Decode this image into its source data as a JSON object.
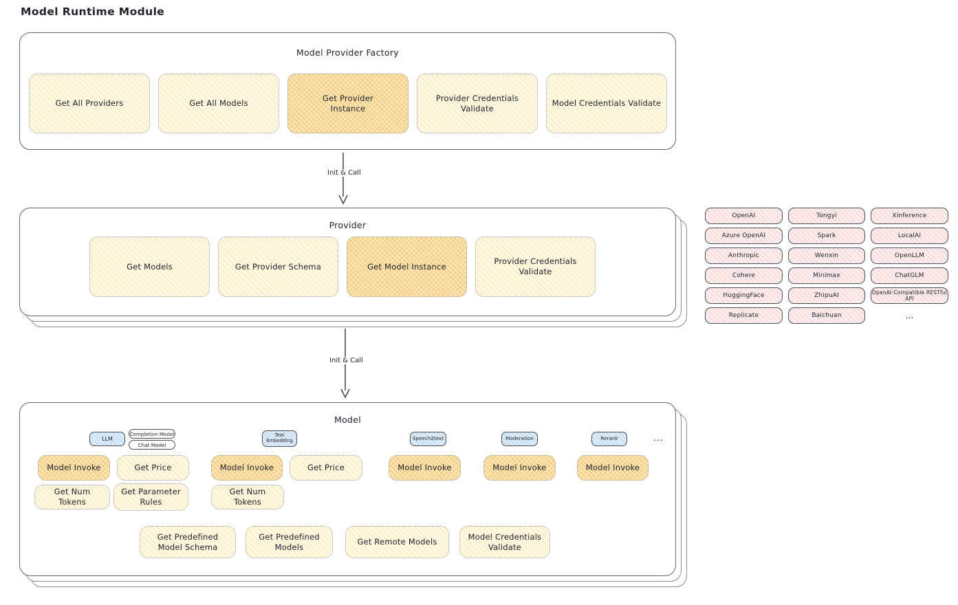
{
  "page_title": "Model Runtime Module",
  "colors": {
    "background": "#FFFFFF",
    "text": "#20242A",
    "frame_stroke": "#5F6670",
    "stroke": "#4A5058",
    "arrow": "#3C4248",
    "yellow_fill": "#FDF7E2",
    "highlight_fill": "#FAE5B5",
    "pink_fill": "#FCECEC",
    "blue_fill": "#DCEBF8"
  },
  "arrows": [
    {
      "label": "Init & Call"
    },
    {
      "label": "Init & Call"
    }
  ],
  "factory": {
    "title": "Model Provider Factory",
    "buttons": [
      {
        "label": "Get All Providers",
        "highlighted": false
      },
      {
        "label": "Get All Models",
        "highlighted": false
      },
      {
        "label": "Get Provider Instance",
        "highlighted": true
      },
      {
        "label": "Provider Credentials Validate",
        "highlighted": false
      },
      {
        "label": "Model Credentials Validate",
        "highlighted": false
      }
    ]
  },
  "provider": {
    "title": "Provider",
    "buttons": [
      {
        "label": "Get Models",
        "highlighted": false
      },
      {
        "label": "Get Provider Schema",
        "highlighted": false
      },
      {
        "label": "Get Model Instance",
        "highlighted": true
      },
      {
        "label": "Provider Credentials Validate",
        "highlighted": false
      }
    ]
  },
  "providers_grid": {
    "items": [
      "OpenAI",
      "Tongyi",
      "Xinference",
      "Azure OpenAI",
      "Spark",
      "LocalAI",
      "Anthropic",
      "Wenxin",
      "OpenLLM",
      "Cohere",
      "Minimax",
      "ChatGLM",
      "HuggingFace",
      "ZhipuAI",
      "OpenAI-Compatible RESTful API",
      "Replicate",
      "Baichuan"
    ],
    "more_label": "..."
  },
  "model": {
    "title": "Model",
    "tags": {
      "llm": "LLM",
      "completion_model": "Completion Model",
      "chat_model": "Chat Model",
      "text_embedding": "Text Embedding",
      "speech2text": "Speech2text",
      "moderation": "Moderation",
      "rerank": "Rerank"
    },
    "more_label": "...",
    "llm_buttons": [
      {
        "label": "Model Invoke",
        "highlighted": true
      },
      {
        "label": "Get Price",
        "highlighted": false
      },
      {
        "label": "Get Num Tokens",
        "highlighted": false
      },
      {
        "label": "Get Parameter Rules",
        "highlighted": false
      }
    ],
    "text_embedding_buttons": [
      {
        "label": "Model Invoke",
        "highlighted": true
      },
      {
        "label": "Get Price",
        "highlighted": false
      },
      {
        "label": "Get Num Tokens",
        "highlighted": false
      }
    ],
    "speech2text_buttons": [
      {
        "label": "Model Invoke",
        "highlighted": true
      }
    ],
    "moderation_buttons": [
      {
        "label": "Model Invoke",
        "highlighted": true
      }
    ],
    "rerank_buttons": [
      {
        "label": "Model Invoke",
        "highlighted": true
      }
    ],
    "bottom_buttons": [
      {
        "label": "Get Predefined Model Schema",
        "highlighted": false
      },
      {
        "label": "Get Predefined Models",
        "highlighted": false
      },
      {
        "label": "Get Remote Models",
        "highlighted": false
      },
      {
        "label": "Model Credentials Validate",
        "highlighted": false
      }
    ]
  }
}
